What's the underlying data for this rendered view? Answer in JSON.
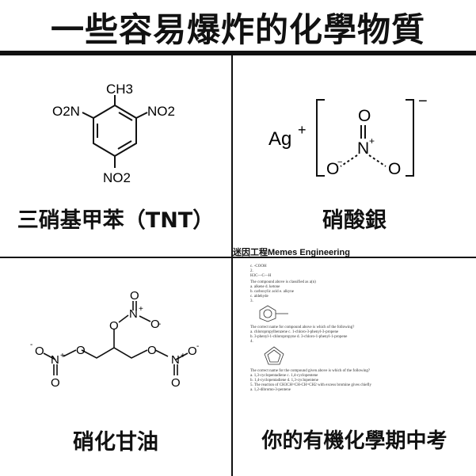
{
  "title": "一些容易爆炸的化學物質",
  "watermark": "迷因工程Memes Engineering",
  "panels": [
    {
      "caption": "三硝基甲苯（TNT）",
      "labels": {
        "ch3": "CH3",
        "left": "O2N",
        "right": "NO2",
        "bottom": "NO2"
      }
    },
    {
      "caption": "硝酸銀",
      "labels": {
        "ag": "Ag",
        "plus": "+",
        "minus": "−",
        "o_top": "O",
        "n": "N",
        "o_left": "O",
        "o_right": "O",
        "n_plus": "+",
        "o_minus": "−"
      }
    },
    {
      "caption": "硝化甘油",
      "labels": {
        "o": "O",
        "n": "N",
        "plus": "+",
        "minus": "-"
      }
    },
    {
      "caption": "你的有機化學期中考",
      "exam_lines": [
        "c. -COOH",
        "2.",
        "H3C—C—H",
        "The compound above is classified as a(n)",
        "a. alkene                    d. ketone",
        "b. carboxylic acid           e. alkyne",
        "c. aldehyde",
        "3.",
        "The correct name for compound above is which of the following?",
        "a. chloropropylbenzene       c. 1-chloro-3-phenyl-3-propene",
        "b. 3-phenyl-1-chloropropyne  d. 3-chloro-1-phenyl-1-propene",
        "4.",
        "The correct name for the compound given above is which of the following?",
        "a. 1,3-cyclopentadiene       c. 1,4-cyclopentene",
        "b. 1,4-cyclopentadiene       d. 1,3-cyclopentene",
        "5. The reaction of CH3CH=CH-CH=CH2 with excess bromine gives chiefly",
        "a. 1,2-dibromo-3-pentene"
      ]
    }
  ]
}
